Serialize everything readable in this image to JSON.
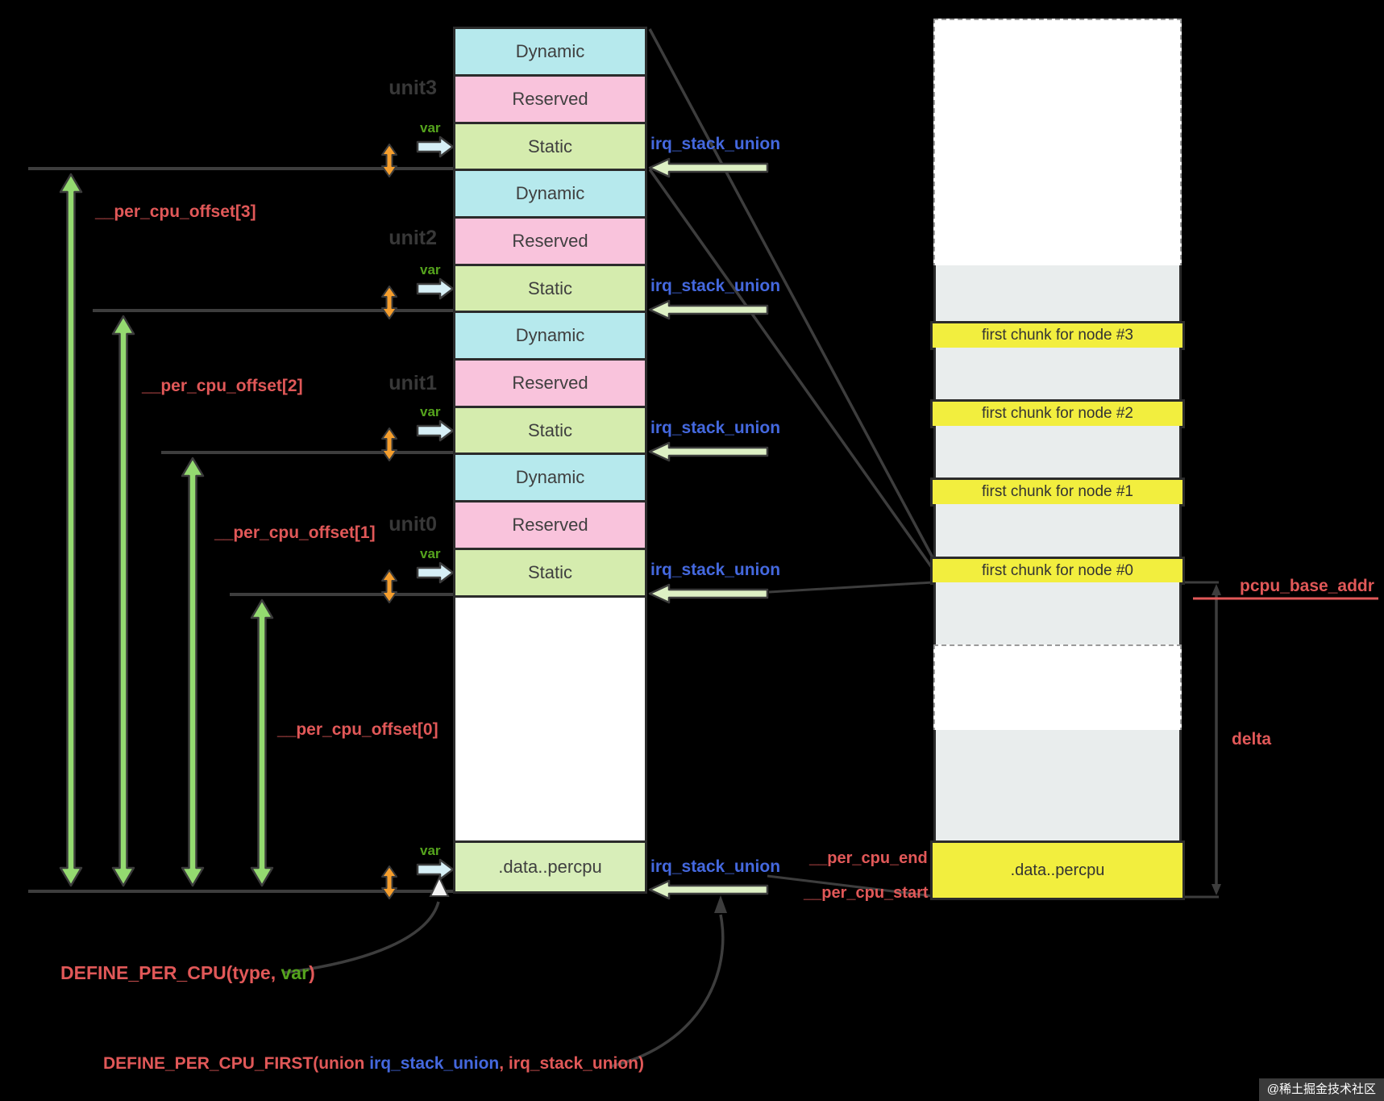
{
  "middle_column": {
    "boxes": [
      "Dynamic",
      "Reserved",
      "Static",
      "Dynamic",
      "Reserved",
      "Static",
      "Dynamic",
      "Reserved",
      "Static",
      "Dynamic",
      "Reserved",
      "Static"
    ],
    "bottom_label": ".data..percpu",
    "unit_labels": [
      "unit3",
      "unit2",
      "unit1",
      "unit0"
    ],
    "var_label": "var",
    "irq_label": "irq_stack_union"
  },
  "right_column": {
    "chunks": [
      "first chunk for node #3",
      "first chunk for node #2",
      "first chunk for node #1",
      "first chunk for node #0"
    ],
    "bottom_label": ".data..percpu"
  },
  "labels": {
    "offset3": "__per_cpu_offset[3]",
    "offset2": "__per_cpu_offset[2]",
    "offset1": "__per_cpu_offset[1]",
    "offset0": "__per_cpu_offset[0]",
    "per_cpu_end": "__per_cpu_end",
    "per_cpu_start": "__per_cpu_start",
    "pcpu_base_addr": "pcpu_base_addr",
    "delta": "delta",
    "define_per_cpu_prefix": "DEFINE_PER_CPU(type, ",
    "define_per_cpu_var": "var",
    "define_per_cpu_suffix": ")",
    "define_first_prefix": "DEFINE_PER_CPU_FIRST(union ",
    "define_first_type": "irq_stack_union",
    "define_first_suffix": ", irq_stack_union)",
    "watermark": "@稀土掘金技术社区"
  },
  "colors": {
    "dynamic": "#b6e9ed",
    "reserved": "#f9c3dc",
    "static": "#d5ecae",
    "chunk_yellow": "#f2ee3e",
    "gray_region": "#e9eded",
    "red_label": "#e15858",
    "blue_label": "#4468de",
    "green_label": "#55a31d",
    "arrow_green": "#94da70",
    "arrow_orange": "#f59e2d",
    "arrow_blue_fill": "#d6eff6",
    "arrow_pale_green_fill": "#ddf0c4",
    "line": "#3d3d3d"
  }
}
